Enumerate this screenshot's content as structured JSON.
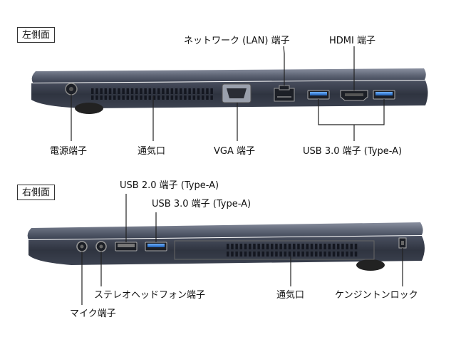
{
  "sections": {
    "left": {
      "title": "左側面",
      "labels": {
        "lan": "ネットワーク (LAN) 端子",
        "hdmi": "HDMI 端子",
        "power": "電源端子",
        "vent": "通気口",
        "vga": "VGA 端子",
        "usb3": "USB 3.0 端子 (Type-A)"
      }
    },
    "right": {
      "title": "右側面",
      "labels": {
        "usb2": "USB 2.0 端子 (Type-A)",
        "usb3": "USB 3.0 端子 (Type-A)",
        "headphone": "ステレオヘッドフォン端子",
        "mic": "マイク端子",
        "vent": "通気口",
        "kensington": "ケンジントンロック"
      }
    }
  },
  "colors": {
    "body_dark": "#3a4050",
    "body_mid": "#5a6070",
    "body_light": "#8a90a0",
    "usb3_port": "#2f7fd6",
    "line": "#222222"
  },
  "icons": [
    "power-jack-icon",
    "vga-port-icon",
    "lan-port-icon",
    "hdmi-port-icon",
    "usb-port-icon",
    "audio-jack-icon",
    "lock-slot-icon"
  ]
}
